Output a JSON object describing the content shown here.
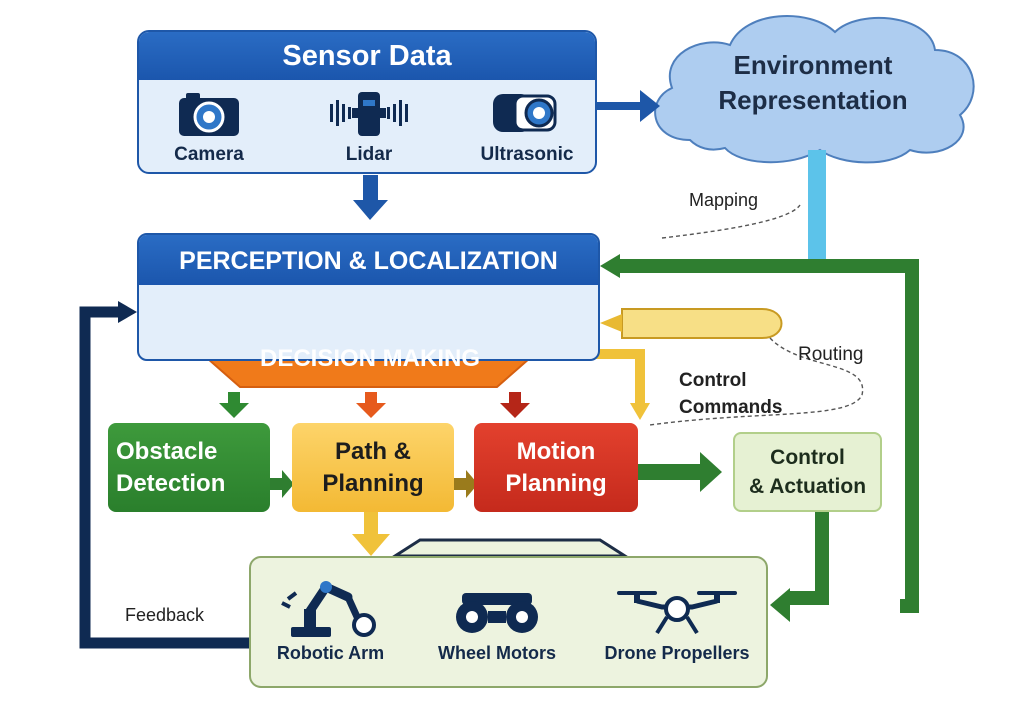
{
  "sensor_data": {
    "title": "Sensor Data",
    "sensors": [
      {
        "label": "Camera",
        "icon": "camera-icon"
      },
      {
        "label": "Lidar",
        "icon": "lidar-icon"
      },
      {
        "label": "Ultrasonic",
        "icon": "ultrasonic-sensor-icon"
      }
    ]
  },
  "environment": {
    "line1": "Environment",
    "line2": "Representation",
    "icon": "cloud-shape"
  },
  "perception": {
    "title": "PERCEPTION & LOCALIZATION"
  },
  "decision": {
    "title": "DECISION MAKING"
  },
  "process": {
    "obstacle": {
      "line1": "Obstacle",
      "line2": "Detection"
    },
    "path": {
      "line1": "Path &",
      "line2": "Planning"
    },
    "motion": {
      "line1": "Motion",
      "line2": "Planning"
    },
    "control": {
      "line1": "Control",
      "line2": "& Actuation"
    }
  },
  "actuators": [
    {
      "label": "Robotic Arm",
      "icon": "robotic-arm-icon"
    },
    {
      "label": "Wheel Motors",
      "icon": "wheel-motors-icon"
    },
    {
      "label": "Drone Propellers",
      "icon": "drone-icon"
    }
  ],
  "annotations": {
    "mapping": "Mapping",
    "routing": "Routing",
    "control_commands_line1": "Control",
    "control_commands_line2": "Commands",
    "feedback": "Feedback"
  },
  "colors": {
    "primary_blue": "#1e57a8",
    "dark_navy": "#0f2a52",
    "green": "#2f8a32",
    "orange": "#f07a1a",
    "yellow": "#f3b934",
    "red": "#c52a1c",
    "light_blue": "#5cc3ea",
    "cloud": "#aecdf0"
  }
}
